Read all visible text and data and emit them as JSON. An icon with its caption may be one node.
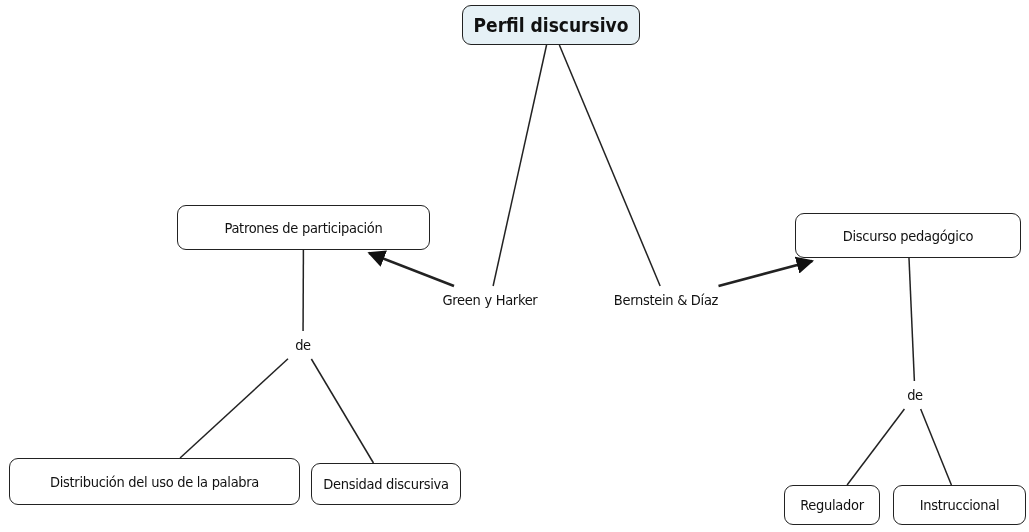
{
  "diagram": {
    "nodes": [
      {
        "text": [
          "Perfil discursivo"
        ]
      },
      {
        "text": [
          "Patrones de participación"
        ]
      },
      {
        "text": [
          "Green y Harker"
        ]
      },
      {
        "text": [
          "Bernstein & Díaz"
        ]
      },
      {
        "text": [
          "Discurso pedagógico"
        ]
      },
      {
        "text": [
          "de"
        ]
      },
      {
        "text": [
          "Distribución del uso de la palabra"
        ]
      },
      {
        "text": [
          "Densidad discursiva"
        ]
      },
      {
        "text": [
          "de"
        ]
      },
      {
        "text": [
          "Regulador"
        ]
      },
      {
        "text": [
          "Instruccional"
        ]
      }
    ],
    "edges": [
      {
        "from": 0,
        "to": 2,
        "arrow": "none"
      },
      {
        "from": 0,
        "to": 3,
        "arrow": "none"
      },
      {
        "from": 2,
        "to": 1,
        "arrow": "to"
      },
      {
        "from": 3,
        "to": 4,
        "arrow": "to"
      },
      {
        "from": 1,
        "to": 5,
        "arrow": "none"
      },
      {
        "from": 5,
        "to": 6,
        "arrow": "none"
      },
      {
        "from": 5,
        "to": 7,
        "arrow": "none"
      },
      {
        "from": 4,
        "to": 8,
        "arrow": "none"
      },
      {
        "from": 8,
        "to": 9,
        "arrow": "none"
      },
      {
        "from": 8,
        "to": 10,
        "arrow": "none"
      }
    ]
  }
}
